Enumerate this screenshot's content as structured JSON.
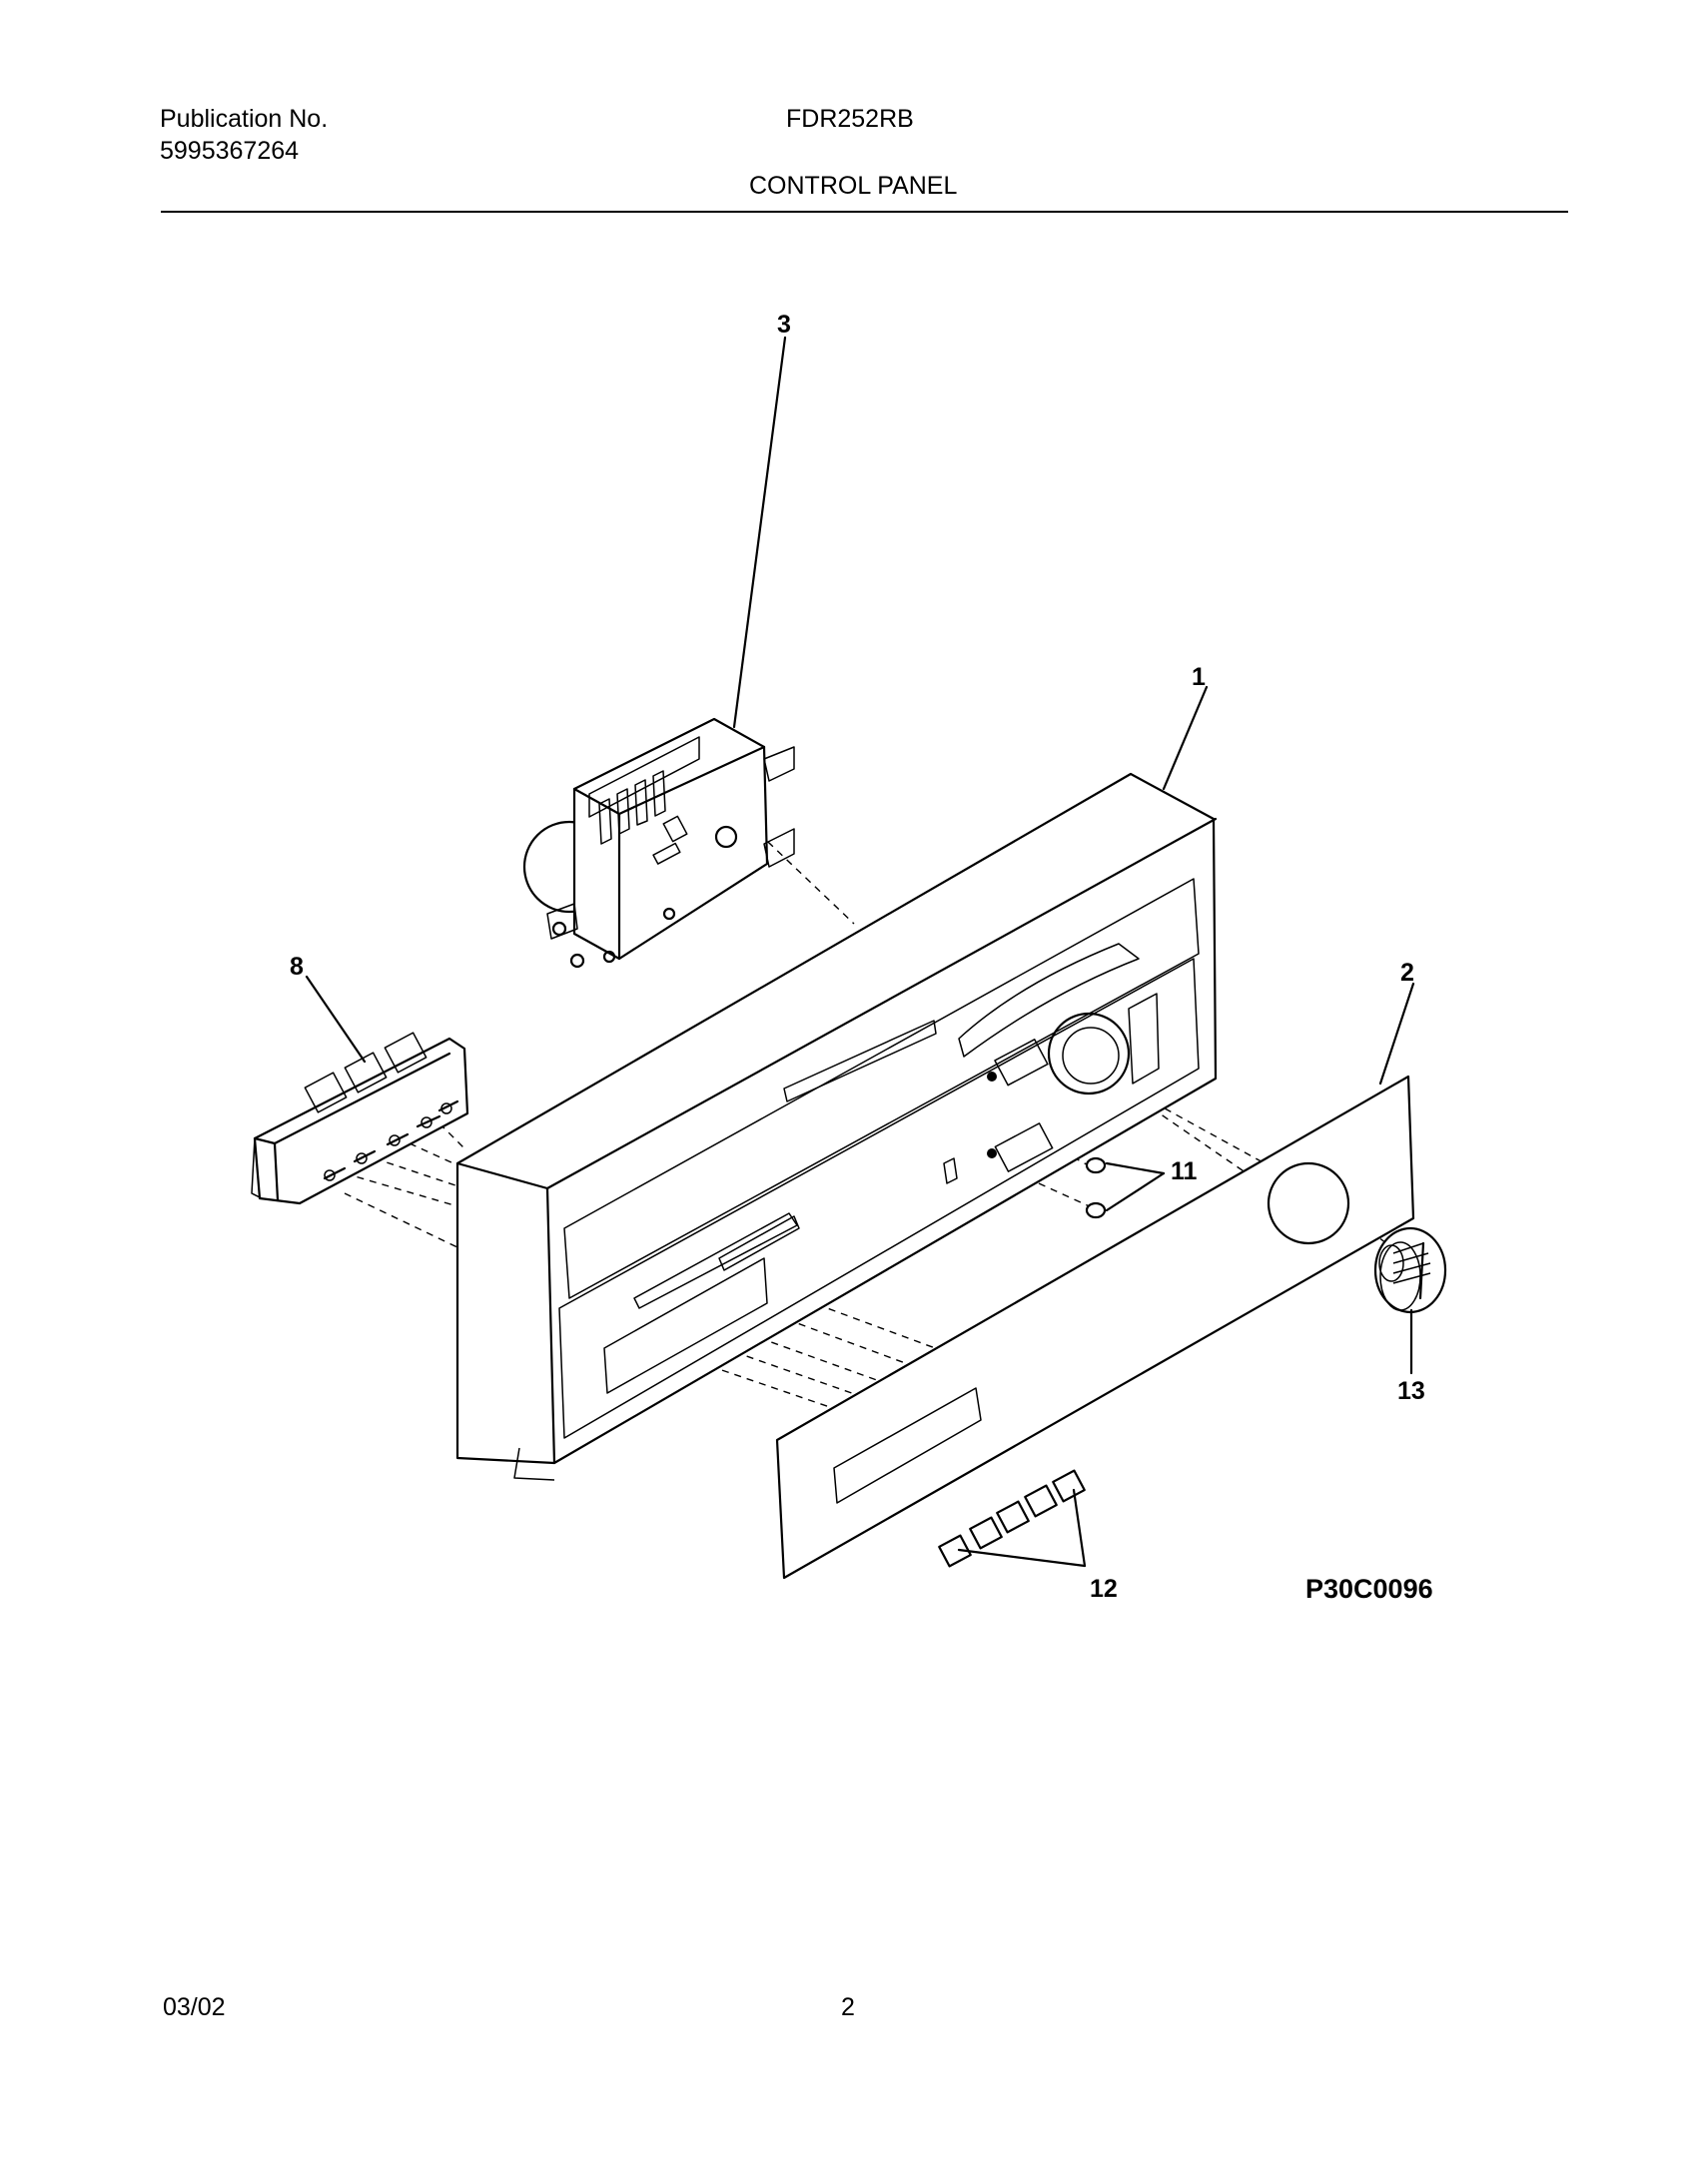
{
  "header": {
    "publication_label": "Publication No.",
    "publication_number": "5995367264",
    "model": "FDR252RB",
    "section_title": "CONTROL PANEL"
  },
  "diagram": {
    "drawing_code": "P30C0096",
    "callouts": {
      "control_panel": "1",
      "overlay": "2",
      "timer": "3",
      "switch": "8",
      "indicator_lights": "11",
      "push_buttons": "12",
      "knob": "13"
    }
  },
  "footer": {
    "date": "03/02",
    "page_number": "2"
  }
}
